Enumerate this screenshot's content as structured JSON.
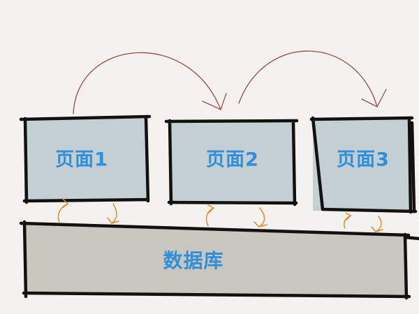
{
  "pages": [
    {
      "label": "页面1"
    },
    {
      "label": "页面2"
    },
    {
      "label": "页面3"
    }
  ],
  "database": {
    "label": "数据库"
  },
  "colors": {
    "background": "#f3f2ee",
    "page_fill": "#c3cfd2",
    "database_fill": "#c9c6c0",
    "border": "#111111",
    "label_text": "#2f8fd8",
    "nav_arrow": "#9b4a4a",
    "sync_arrow": "#e08a2c"
  }
}
